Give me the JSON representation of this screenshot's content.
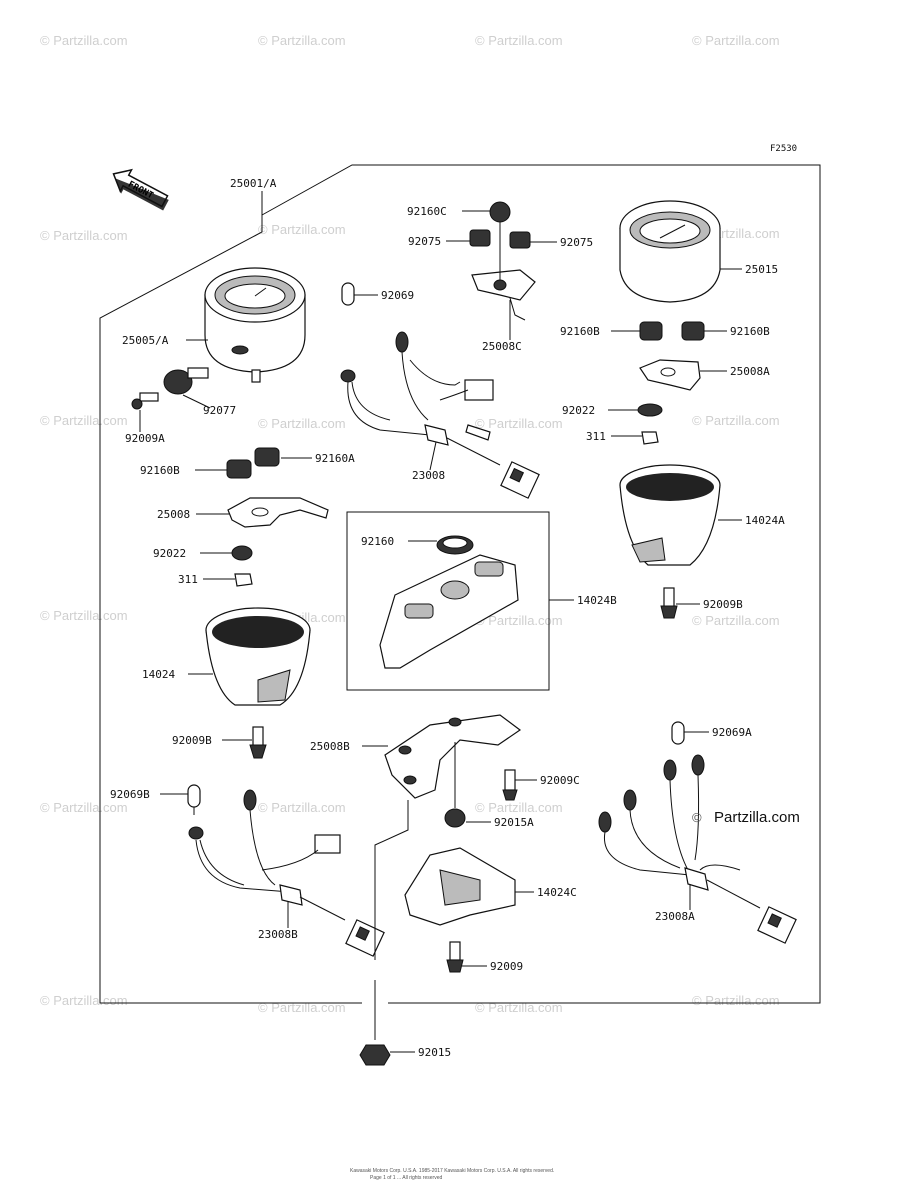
{
  "figure_code": "F2530",
  "front_label": "FRONT",
  "watermark": "© Partzilla.com",
  "brand_label": "Partzilla.com",
  "copyright_line1": "Kawasaki Motors Corp. U.S.A. 1985-2017 Kawasaki Motors Corp. U.S.A. All rights reserved.",
  "copyright_line2": "Page 1 of 1 ... All rights reserved",
  "parts": {
    "p25001A": "25001/A",
    "p25005A": "25005/A",
    "p92077": "92077",
    "p92009A": "92009A",
    "p92160B_l": "92160B",
    "p92160A": "92160A",
    "p25008": "25008",
    "p92022_l": "92022",
    "p311_l": "311",
    "p14024": "14024",
    "p92009B_l": "92009B",
    "p92069B": "92069B",
    "p23008B": "23008B",
    "p92160C": "92160C",
    "p92075_l": "92075",
    "p92075_r": "92075",
    "p92069": "92069",
    "p25008C": "25008C",
    "p23008": "23008",
    "p92160": "92160",
    "p14024B": "14024B",
    "p25008B": "25008B",
    "p92009C": "92009C",
    "p92015A": "92015A",
    "p14024C": "14024C",
    "p92009": "92009",
    "p92015": "92015",
    "p25015": "25015",
    "p92160B_r1": "92160B",
    "p92160B_r2": "92160B",
    "p25008A": "25008A",
    "p92022_r": "92022",
    "p311_r": "311",
    "p14024A": "14024A",
    "p92009B_r": "92009B",
    "p92069A": "92069A",
    "p23008A": "23008A"
  }
}
